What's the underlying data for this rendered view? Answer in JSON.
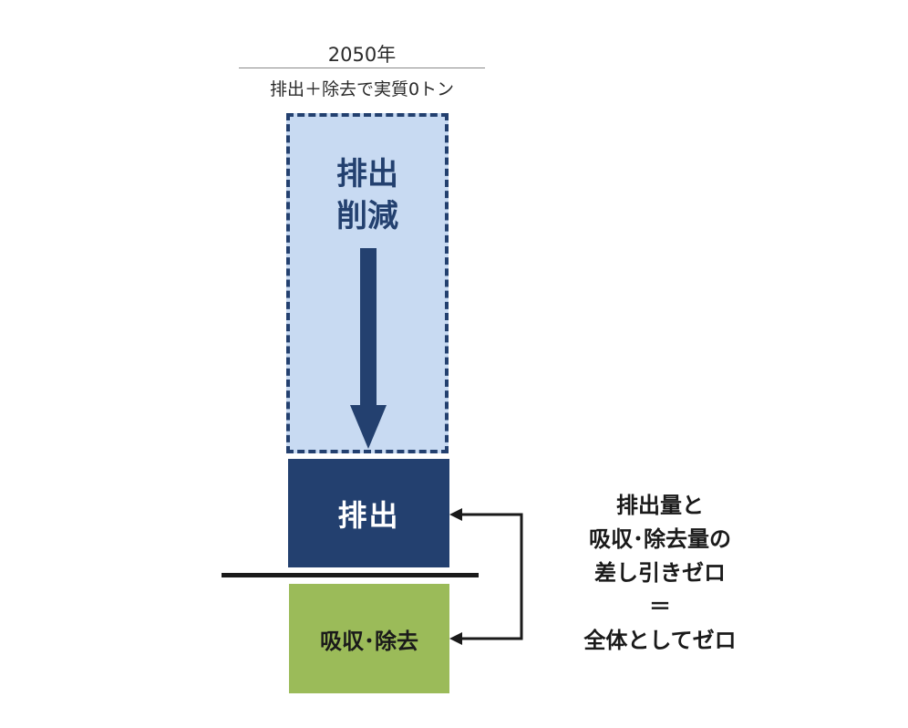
{
  "header": {
    "year": "2050年",
    "subtitle": "排出＋除去で実質0トン"
  },
  "reduced_box": {
    "line1": "排出",
    "line2": "削減"
  },
  "emission_box": {
    "label": "排出"
  },
  "removal_box": {
    "label": "吸収･除去"
  },
  "explanation": {
    "line1": "排出量と",
    "line2": "吸収･除去量の",
    "line3": "差し引きゼロ",
    "line4": "＝",
    "line5": "全体としてゼロ"
  },
  "colors": {
    "navy": "#23406f",
    "light_blue": "#c8daf2",
    "green": "#9bbb59",
    "black": "#1a1a1a"
  }
}
